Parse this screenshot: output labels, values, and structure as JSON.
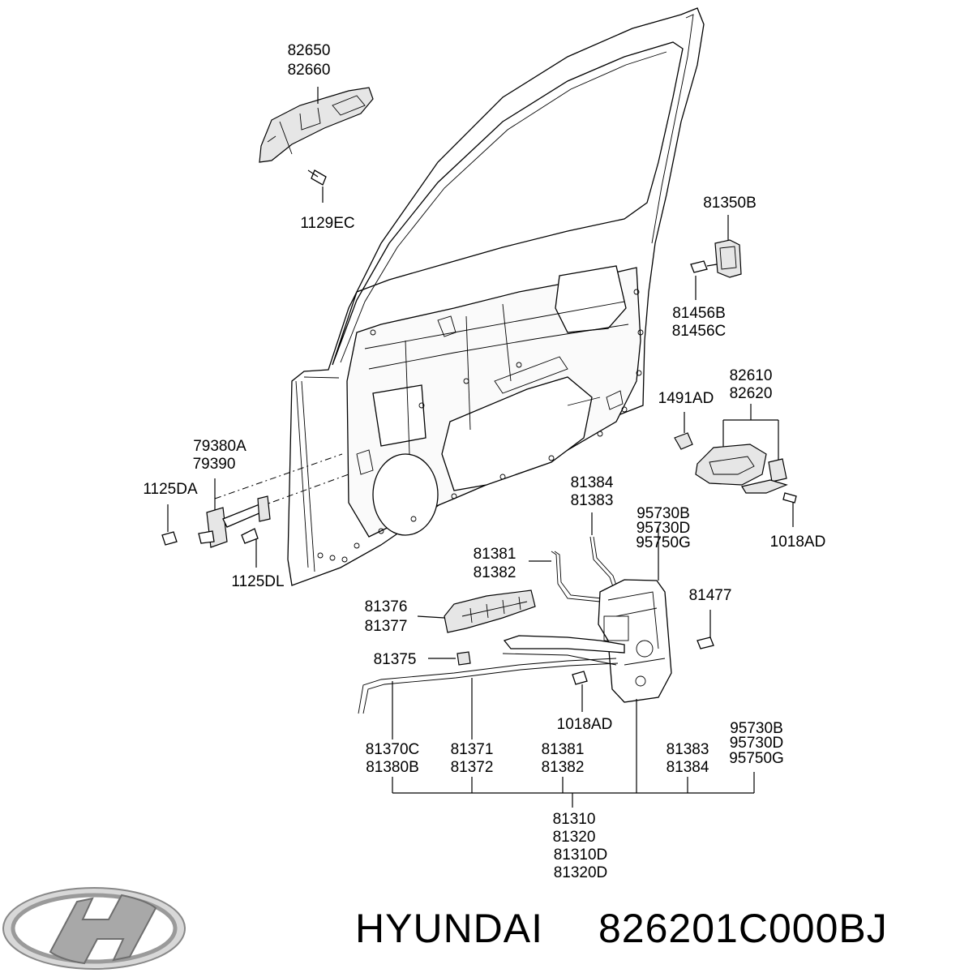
{
  "labels": {
    "handle_outer": [
      "82650",
      "82660"
    ],
    "bolt_handle": "1129EC",
    "catch": "81350B",
    "screw_catch": [
      "81456B",
      "81456C"
    ],
    "clip": "1491AD",
    "handle_inner": [
      "82610",
      "82620"
    ],
    "screw_inner": "1018AD",
    "check_assy": [
      "79380A",
      "79390"
    ],
    "bolt_check_a": "1125DA",
    "bolt_check_b": "1125DL",
    "rod_top": [
      "81384",
      "81383"
    ],
    "actuator_top": [
      "95730B",
      "95730D",
      "95750G"
    ],
    "rod_mid": [
      "81381",
      "81382"
    ],
    "bolt_latch": "81477",
    "bracket": [
      "81376",
      "81377"
    ],
    "clip_small": "81375",
    "screw_latch": "1018AD",
    "bottom_row": {
      "c1": [
        "81370C",
        "81380B"
      ],
      "c2": [
        "81371",
        "81372"
      ],
      "c3": [
        "81381",
        "81382"
      ],
      "c4": [
        "81383",
        "81384"
      ],
      "c5": [
        "95730B",
        "95730D",
        "95750G"
      ]
    },
    "latch_assy": [
      "81310",
      "81320",
      "81310D",
      "81320D"
    ]
  },
  "logo_icon": "hyundai-logo-icon",
  "brand": "HYUNDAI",
  "part_number": "826201C000BJ"
}
